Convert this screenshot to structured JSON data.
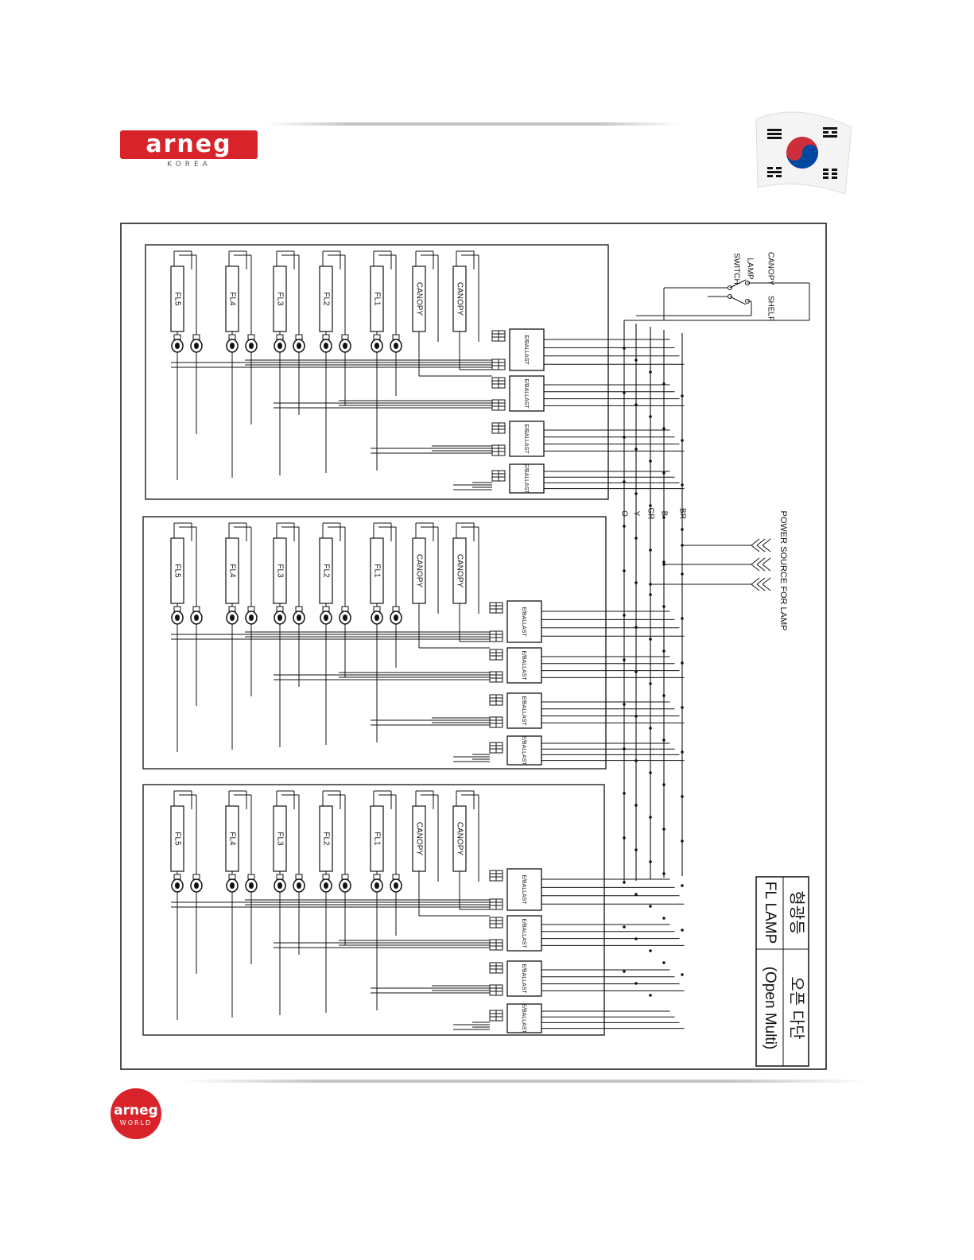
{
  "header": {
    "logo_text": "arneg",
    "logo_sub": "KOREA"
  },
  "footer": {
    "logo_text": "arneg",
    "logo_sub": "WORLD"
  },
  "diagram": {
    "lamp_labels": [
      "FL5",
      "FL4",
      "FL3",
      "FL2",
      "FL1",
      "CANOPY",
      "CANOPY"
    ],
    "ballast_label": "E/BALLAST",
    "switch_labels": [
      "CANOPY",
      "LAMP",
      "SWITCH",
      "SHELF"
    ],
    "wire_labels": [
      "O",
      "Y",
      "GR",
      "B",
      "BR"
    ],
    "power_label": "POWER SOURCE FOR LAMP",
    "title_korean": "형광등",
    "title_korean_type": "오픈 다단",
    "title_english": "FL LAMP",
    "title_english_type": "(Open Multi)"
  },
  "colors": {
    "brand_red": "#d8232a",
    "ink": "#111111"
  }
}
